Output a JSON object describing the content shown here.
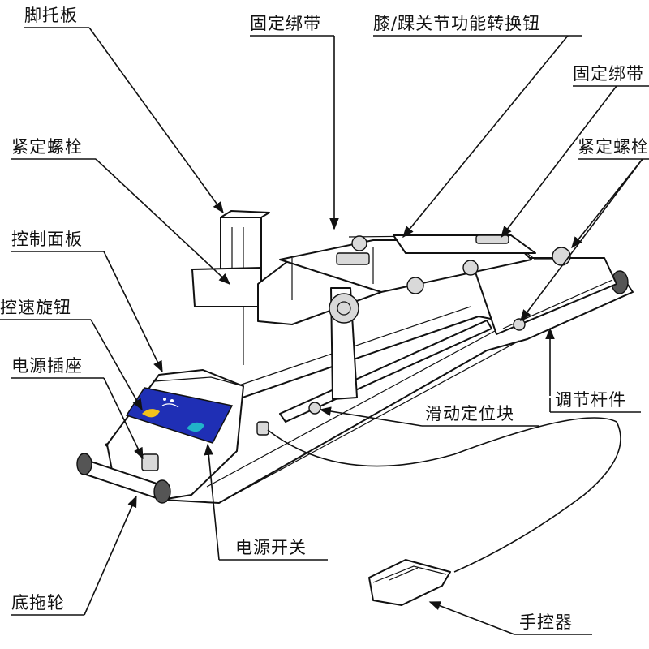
{
  "diagram": {
    "labels": {
      "footrest_plate": "脚托板",
      "fixing_strap_top": "固定绑带",
      "knee_ankle_switch": "膝/踝关节功能转换钮",
      "fixing_strap_right": "固定绑带",
      "locking_bolt_left": "紧定螺栓",
      "locking_bolt_right": "紧定螺栓",
      "control_panel": "控制面板",
      "speed_knob": "控速旋钮",
      "power_socket": "电源插座",
      "adjust_rod": "调节杆件",
      "slide_block": "滑动定位块",
      "power_switch": "电源开关",
      "base_wheel": "底拖轮",
      "hand_controller": "手控器"
    }
  }
}
